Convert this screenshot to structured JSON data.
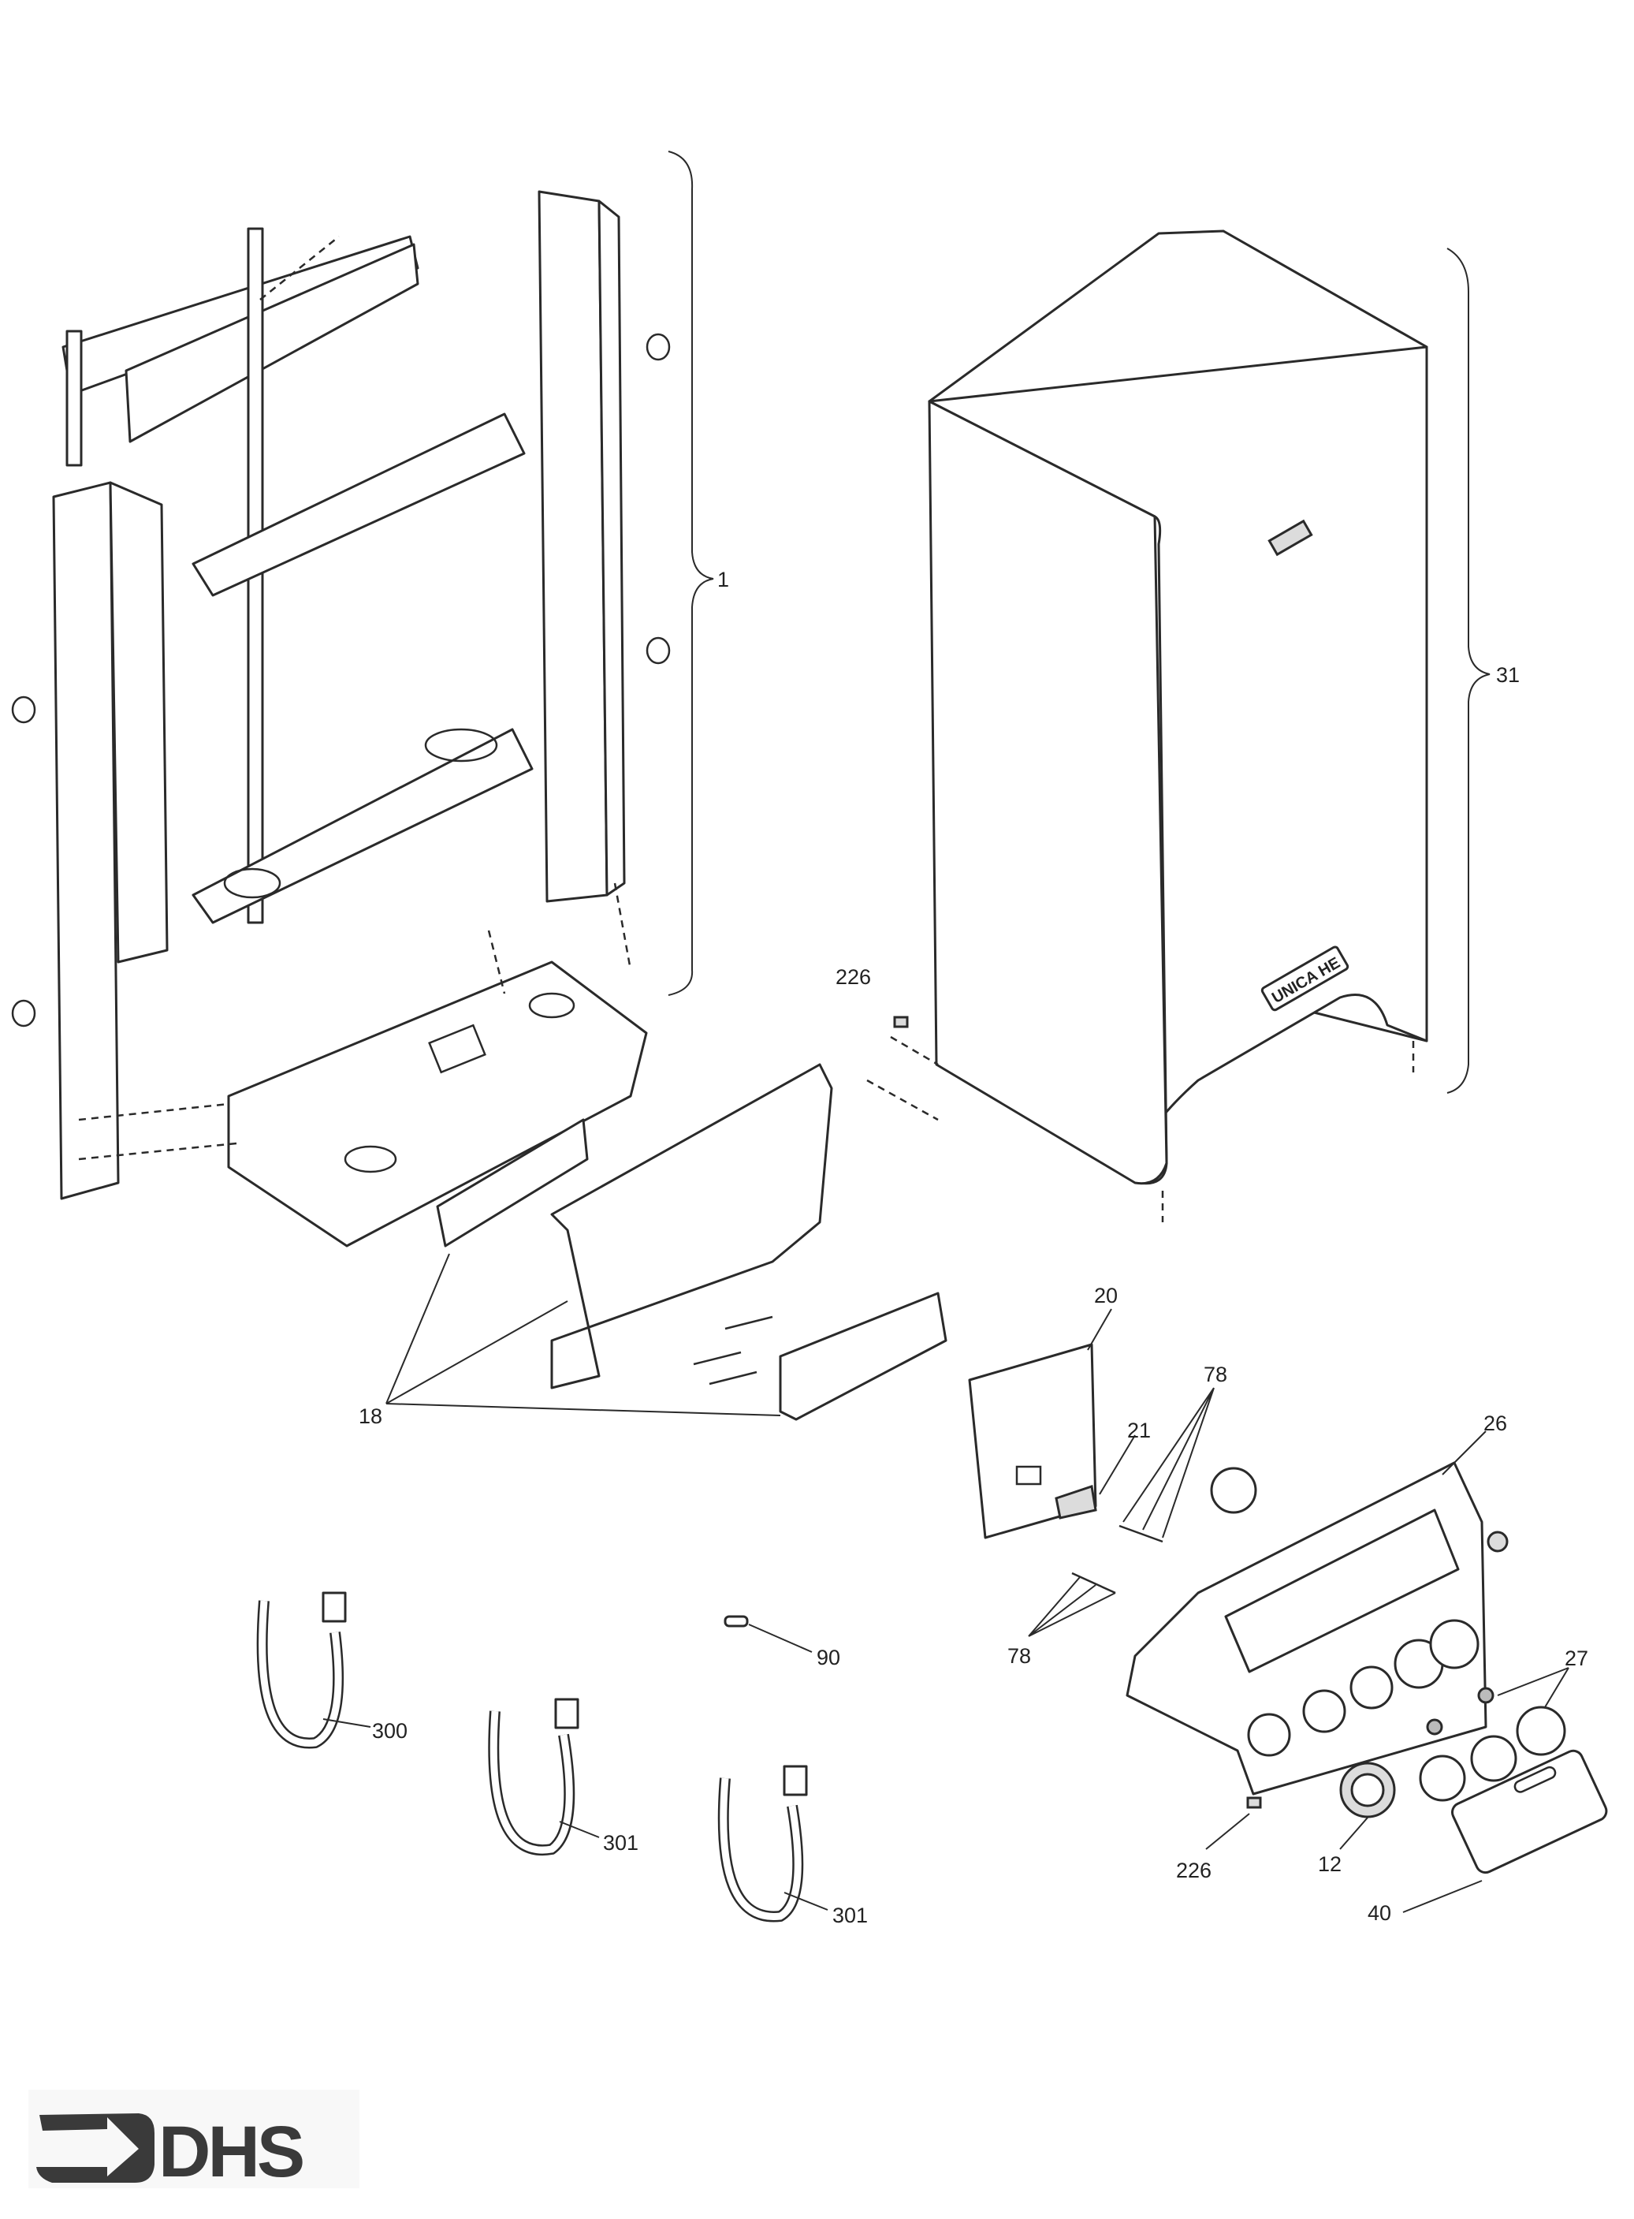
{
  "diagram": {
    "badge_text": "UNICA HE",
    "logo_text": "DHS",
    "colors": {
      "ink": "#2a2a2a",
      "logo": "#3a3a3a",
      "paper": "#ffffff"
    },
    "callouts": [
      {
        "id": "frame-assembly",
        "label": "1"
      },
      {
        "id": "outer-casing",
        "label": "31"
      },
      {
        "id": "clip-upper",
        "label": "226"
      },
      {
        "id": "brackets",
        "label": "18"
      },
      {
        "id": "pcb",
        "label": "20"
      },
      {
        "id": "springs-upper",
        "label": "78"
      },
      {
        "id": "pcb-clip",
        "label": "21"
      },
      {
        "id": "control-panel",
        "label": "26"
      },
      {
        "id": "springs-lower",
        "label": "78"
      },
      {
        "id": "knobs",
        "label": "27"
      },
      {
        "id": "pin",
        "label": "90"
      },
      {
        "id": "harness-a",
        "label": "300"
      },
      {
        "id": "harness-b",
        "label": "301"
      },
      {
        "id": "harness-c",
        "label": "301"
      },
      {
        "id": "clip-lower",
        "label": "226"
      },
      {
        "id": "gauge",
        "label": "12"
      },
      {
        "id": "cover-flap",
        "label": "40"
      }
    ]
  }
}
